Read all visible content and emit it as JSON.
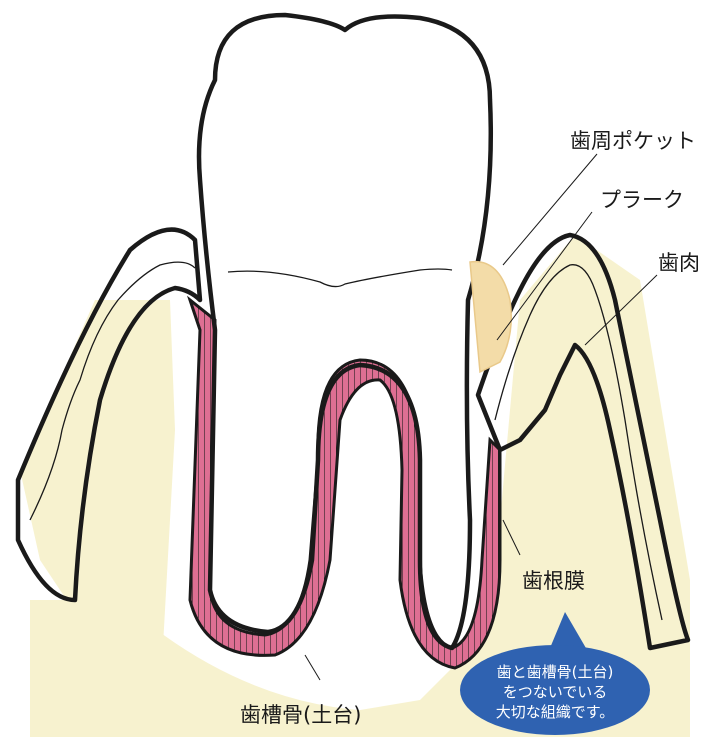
{
  "labels": {
    "periodontal_pocket": "歯周ポケット",
    "plaque": "プラーク",
    "gum": "歯肉",
    "periodontal_ligament": "歯根膜",
    "alveolar_bone": "歯槽骨(土台)"
  },
  "callout": {
    "line1": "歯と歯槽骨(土台)",
    "line2": "をつないでいる",
    "line3": "大切な組織です。"
  },
  "colors": {
    "bone": "#f7f2cf",
    "gum": "#de6f93",
    "plaque": "#f3dca8",
    "tooth": "#ffffff",
    "outline": "#1a1a1a",
    "callout": "#2f62b1"
  }
}
